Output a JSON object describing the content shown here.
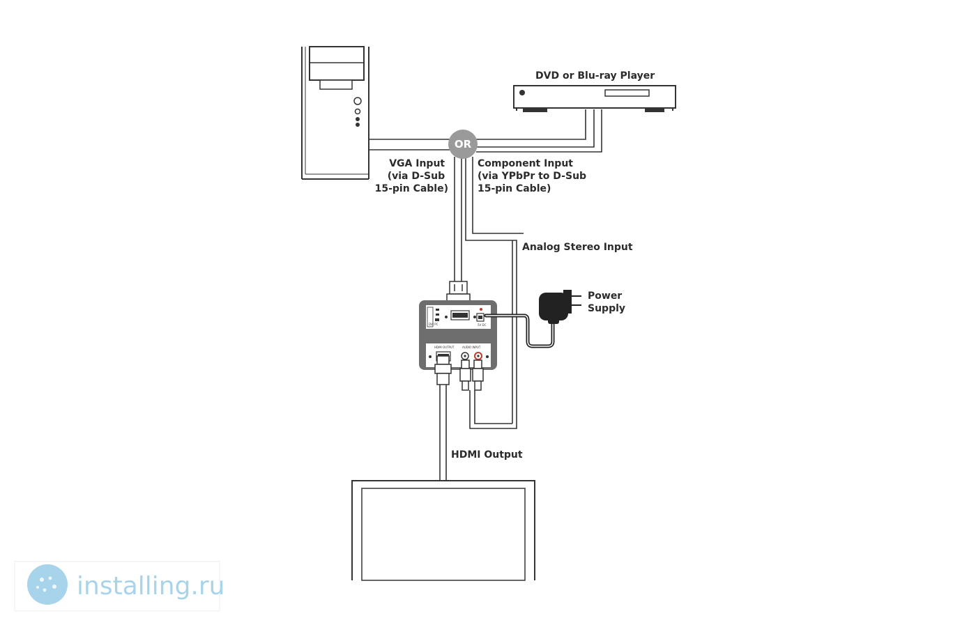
{
  "labels": {
    "dvd_player": "DVD or Blu-ray Player",
    "or": "OR",
    "vga_input": [
      "VGA Input",
      "(via D-Sub",
      "15-pin Cable)"
    ],
    "component_input": [
      "Component Input",
      "(via YPbPr to D-Sub",
      "15-pin Cable)"
    ],
    "analog_stereo_input": "Analog Stereo Input",
    "power_supply": [
      "Power",
      "Supply"
    ],
    "hdmi_output": "HDMI Output"
  },
  "watermark": {
    "text": "installing.ru",
    "color": "#a7d4ea"
  },
  "colors": {
    "line": "#333333",
    "or_circle": "#9a9a9a",
    "device_panel": "#6e6e6e",
    "audio_red": "#c0392b"
  }
}
